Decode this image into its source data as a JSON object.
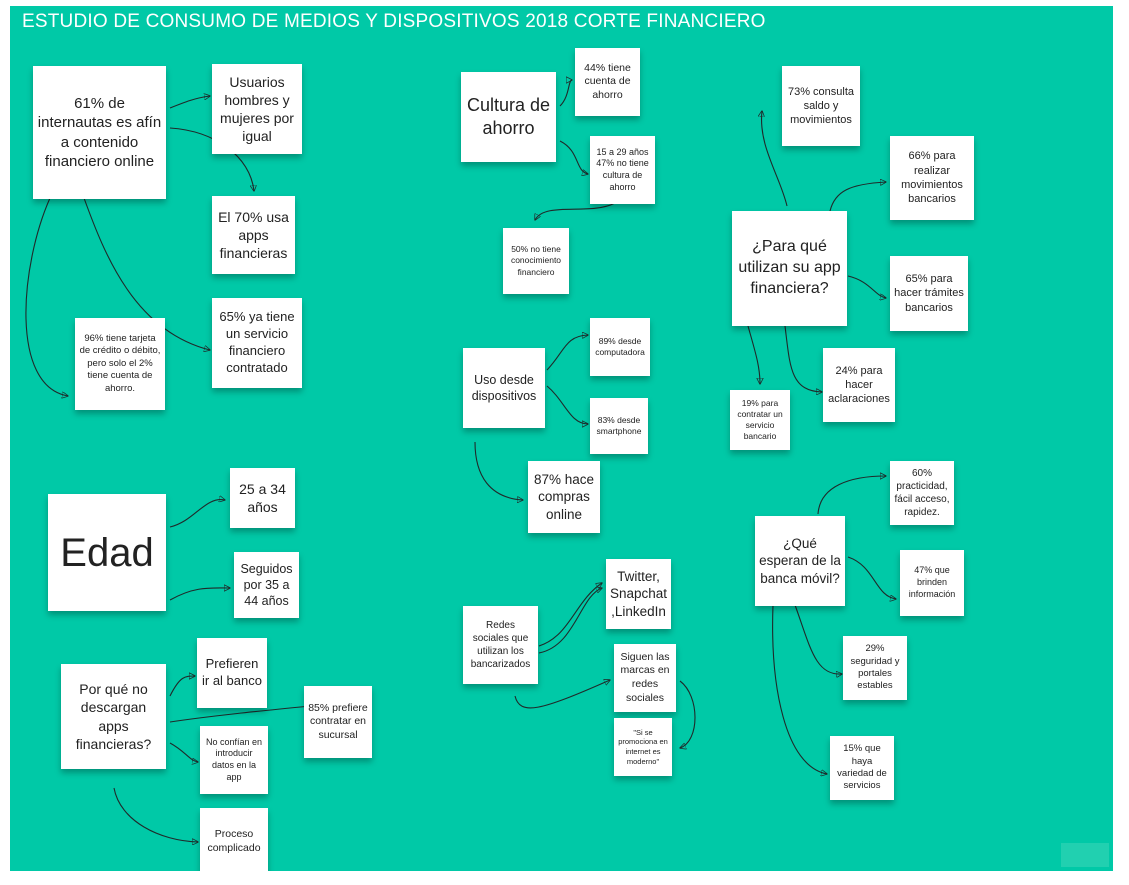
{
  "title": "ESTUDIO DE CONSUMO DE MEDIOS Y DISPOSITIVOS 2018 CORTE FINANCIERO",
  "colors": {
    "board": "#00c9a7",
    "note": "#ffffff",
    "text": "#222222"
  },
  "notes": {
    "internautas": "61% de internautas es afín a contenido financiero online",
    "usuarios": "Usuarios hombres y mujeres por igual",
    "apps70": "El 70% usa apps financieras",
    "servicio65": "65% ya tiene un servicio financiero contratado",
    "tarjeta96": "96% tiene tarjeta de crédito o débito, pero solo el 2% tiene cuenta de ahorro.",
    "edad": "Edad",
    "edad25": "25 a 34 años",
    "edad35": "Seguidos por 35 a 44 años",
    "porque": "Por qué no descargan apps financieras?",
    "prefieren": "Prefieren ir al banco",
    "sucursal85": "85% prefiere contratar en sucursal",
    "noconfian": "No confían en introducir datos en la app",
    "proceso": "Proceso complicado",
    "cultura": "Cultura de ahorro",
    "ahorro44": "44% tiene cuenta de ahorro",
    "jovenes47": "15 a 29 años 47% no tiene cultura de ahorro",
    "conoc50": "50% no tiene conocimiento financiero",
    "uso": "Uso desde dispositivos",
    "comp89": "89% desde computadora",
    "smart83": "83% desde smartphone",
    "compras87": "87% hace compras online",
    "redes": "Redes sociales que utilizan los bancarizados",
    "twitter": "Twitter, Snapchat ,LinkedIn",
    "marcas": "Siguen las marcas en redes sociales",
    "moderno": "\"Si se promociona en internet es moderno\"",
    "paraque": "¿Para qué utilizan su app financiera?",
    "saldo73": "73% consulta saldo y movimientos",
    "movs66": "66% para realizar movimientos bancarios",
    "tramites65": "65% para hacer trámites bancarios",
    "aclar24": "24% para hacer aclaraciones",
    "contratar19": "19% para contratar un servicio bancario",
    "espera": "¿Qué esperan de la banca móvil?",
    "practic60": "60% practicidad, fácil acceso, rapidez.",
    "info47": "47% que brinden información",
    "seg29": "29% seguridad y portales estables",
    "variedad15": "15% que haya variedad de servicios"
  }
}
